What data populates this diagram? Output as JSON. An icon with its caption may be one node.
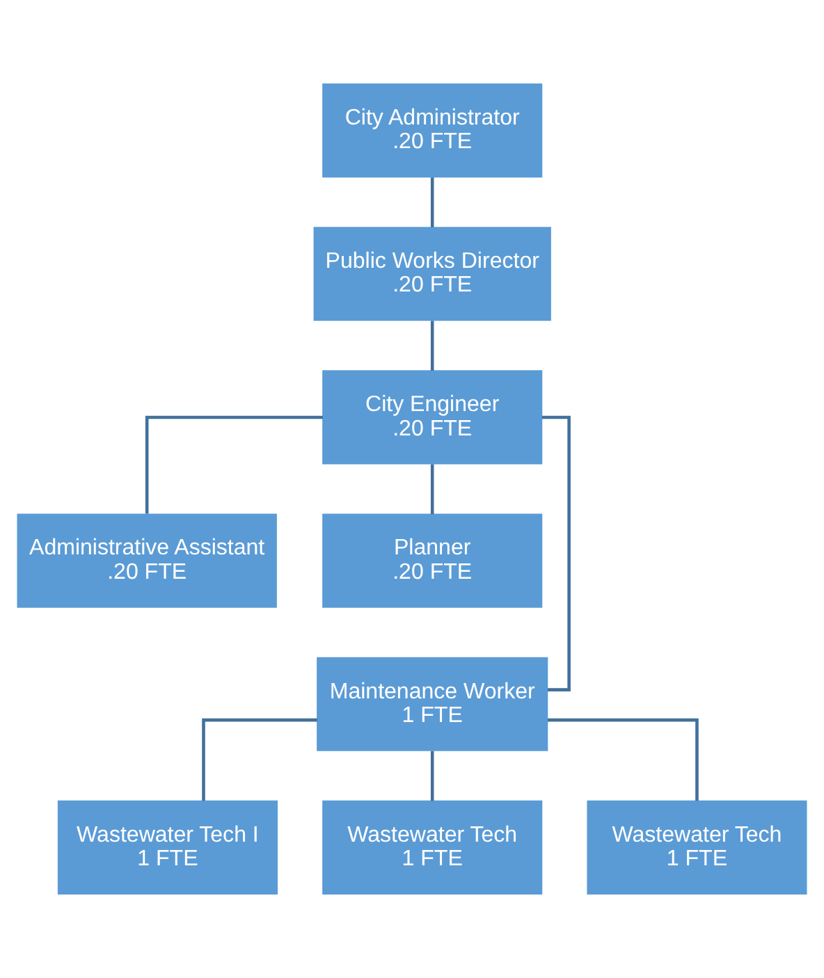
{
  "diagram": {
    "nodes": [
      {
        "text": [
          "City Administrator",
          ".20 FTE"
        ]
      },
      {
        "text": [
          "Public Works Director",
          ".20 FTE"
        ]
      },
      {
        "text": [
          "City Engineer",
          ".20 FTE"
        ]
      },
      {
        "text": [
          "Administrative Assistant",
          ".20 FTE"
        ]
      },
      {
        "text": [
          "Planner",
          ".20 FTE"
        ]
      },
      {
        "text": [
          "Maintenance Worker",
          "1 FTE"
        ]
      },
      {
        "text": [
          "Wastewater Tech I",
          "1 FTE"
        ]
      },
      {
        "text": [
          "Wastewater Tech",
          "1 FTE"
        ]
      },
      {
        "text": [
          "Wastewater Tech",
          "1 FTE"
        ]
      }
    ],
    "edges": [
      {
        "from": 0,
        "to": 1,
        "arrow": "none"
      },
      {
        "from": 1,
        "to": 2,
        "arrow": "none"
      },
      {
        "from": 2,
        "to": 3,
        "arrow": "none"
      },
      {
        "from": 2,
        "to": 4,
        "arrow": "none"
      },
      {
        "from": 2,
        "to": 5,
        "arrow": "none"
      },
      {
        "from": 5,
        "to": 6,
        "arrow": "none"
      },
      {
        "from": 5,
        "to": 7,
        "arrow": "none"
      },
      {
        "from": 5,
        "to": 8,
        "arrow": "none"
      }
    ]
  }
}
